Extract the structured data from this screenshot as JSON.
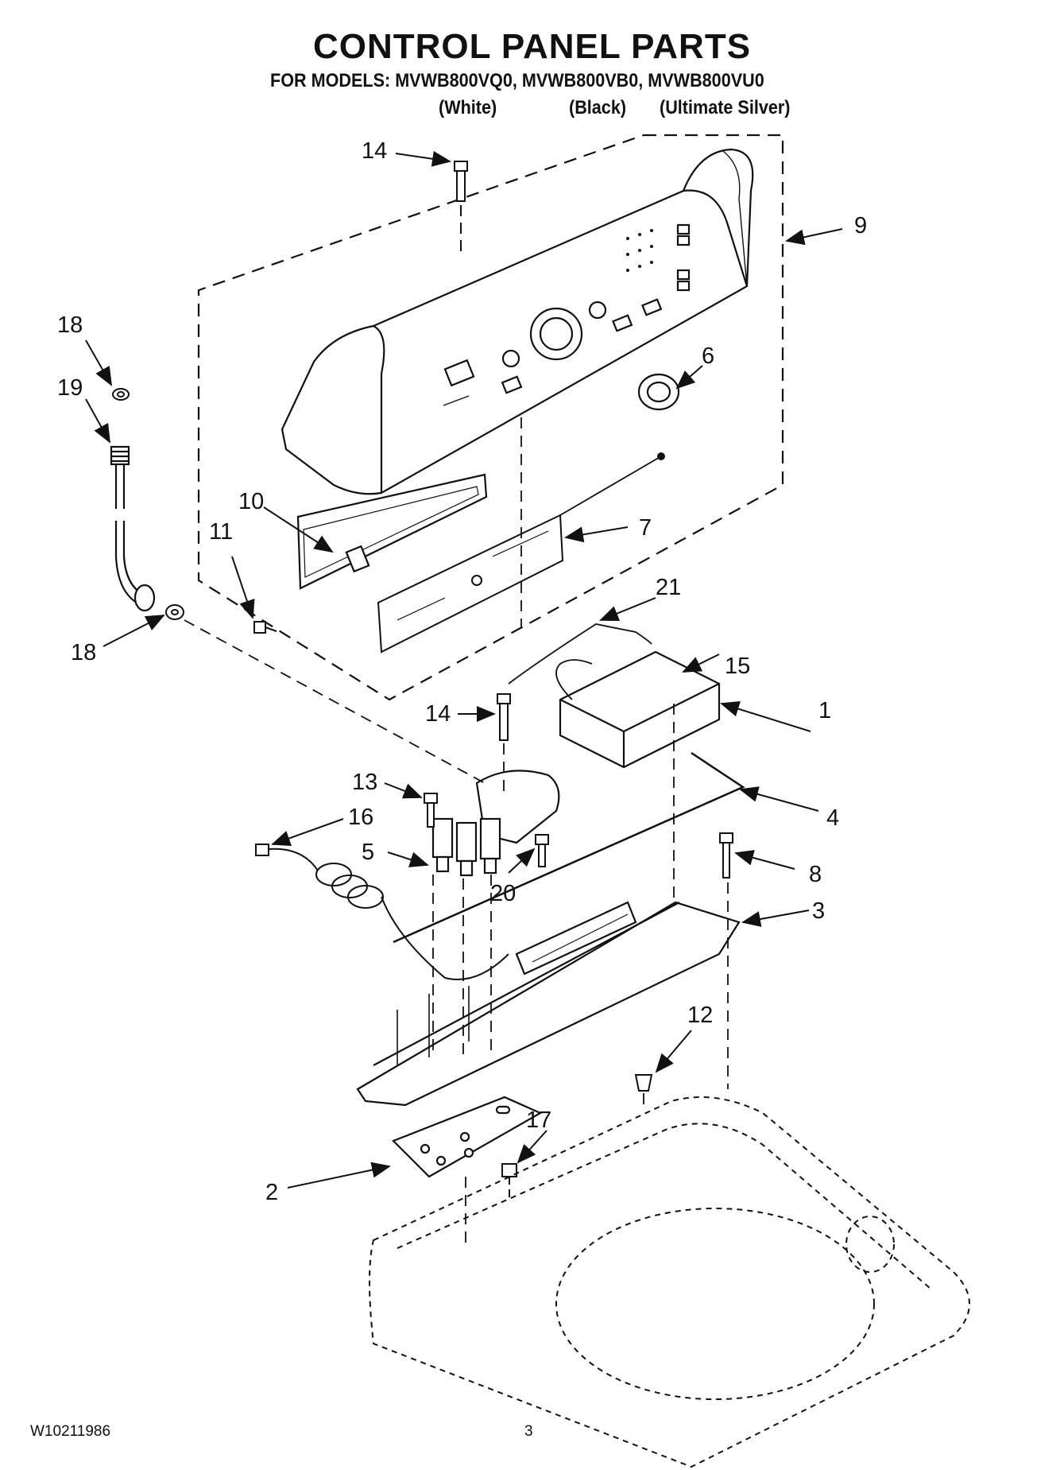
{
  "header": {
    "title": "CONTROL PANEL PARTS",
    "models": "FOR MODELS: MVWB800VQ0, MVWB800VB0, MVWB800VU0",
    "colors": [
      "(White)",
      "(Black)",
      "(Ultimate Silver)"
    ]
  },
  "callouts": [
    {
      "label": "14"
    },
    {
      "label": "9"
    },
    {
      "label": "18"
    },
    {
      "label": "19"
    },
    {
      "label": "6"
    },
    {
      "label": "10"
    },
    {
      "label": "7"
    },
    {
      "label": "11"
    },
    {
      "label": "21"
    },
    {
      "label": "18"
    },
    {
      "label": "15"
    },
    {
      "label": "14"
    },
    {
      "label": "1"
    },
    {
      "label": "13"
    },
    {
      "label": "4"
    },
    {
      "label": "16"
    },
    {
      "label": "5"
    },
    {
      "label": "8"
    },
    {
      "label": "20"
    },
    {
      "label": "3"
    },
    {
      "label": "12"
    },
    {
      "label": "17"
    },
    {
      "label": "2"
    }
  ],
  "footer": {
    "doc_number": "W10211986",
    "page_number": "3"
  },
  "colors": {
    "ink": "#111111",
    "background": "#ffffff"
  }
}
